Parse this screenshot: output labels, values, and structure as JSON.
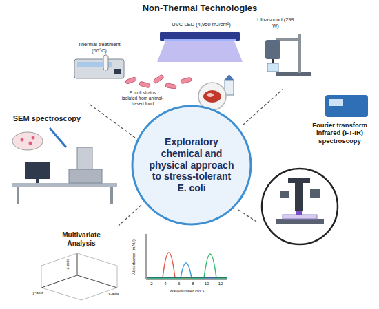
{
  "diagram": {
    "title": "Non-Thermal Technologies",
    "nodes": [
      {
        "text": [
          "Exploratory chemical and physical approach to stress-tolerant E. coli"
        ]
      }
    ],
    "labels": [
      "Thermal treatment (60°C)",
      "UVC-LED (4,950 mJ/cm²)",
      "Ultrasound (299 W)",
      "E. coli strains isolated from animal-based food",
      "SEM spectroscopy",
      "Fourier transform infrared (FT-IR) spectroscopy",
      "Multivariate Analysis",
      "Absorbance (mAU)",
      "Wavenumber cm⁻¹",
      "x-axis",
      "y-axis",
      "z-axis",
      "2",
      "4",
      "6",
      "8",
      "10",
      "12"
    ]
  }
}
